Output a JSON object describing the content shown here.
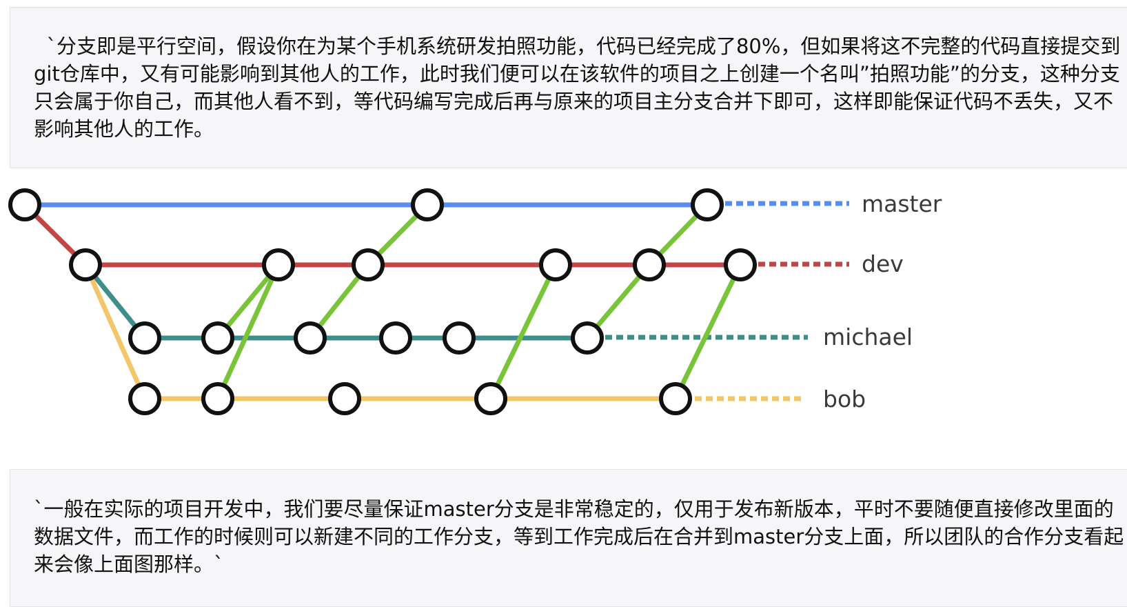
{
  "top_note": {
    "text": "  `分支即是平行空间，假设你在为某个手机系统研发拍照功能，代码已经完成了80%，但如果将这不完整的代码直接提交到git仓库中，又有可能影响到其他人的工作，此时我们便可以在该软件的项目之上创建一个名叫”拍照功能”的分支，这种分支只会属于你自己，而其他人看不到，等代码编写完成后再与原来的项目主分支合并下即可，这样即能保证代码不丢失，又不影响其他人的工作。"
  },
  "bottom_note": {
    "text": "`一般在实际的项目开发中，我们要尽量保证master分支是非常稳定的，仅用于发布新版本，平时不要随便直接修改里面的数据文件，而工作的时候则可以新建不同的工作分支，等到工作完成后在合并到master分支上面，所以团队的合作分支看起来会像上面图那样。`"
  },
  "diagram": {
    "branches": [
      {
        "name": "master",
        "color": "#5b8cf0"
      },
      {
        "name": "dev",
        "color": "#c24646"
      },
      {
        "name": "michael",
        "color": "#3e8e8c"
      },
      {
        "name": "bob",
        "color": "#f2c66a"
      }
    ],
    "merge_color": "#7ac43a"
  }
}
